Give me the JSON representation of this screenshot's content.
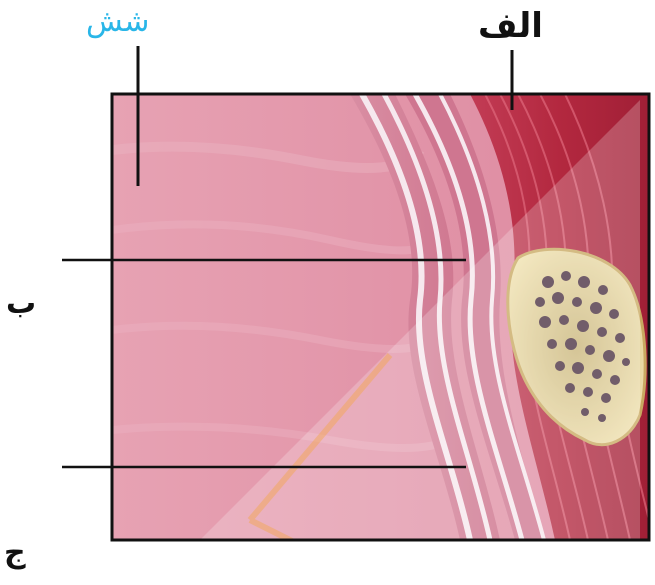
{
  "labels": {
    "lung": "شش",
    "alef": "الف",
    "be": "ب",
    "jim": "ج"
  },
  "colors": {
    "lung_label": "#29b6e8",
    "tissue_pink": "#e8a0b2",
    "muscle_red": "#c0304a",
    "bone_cream": "#e9d9a3",
    "leader_line": "#111111"
  }
}
